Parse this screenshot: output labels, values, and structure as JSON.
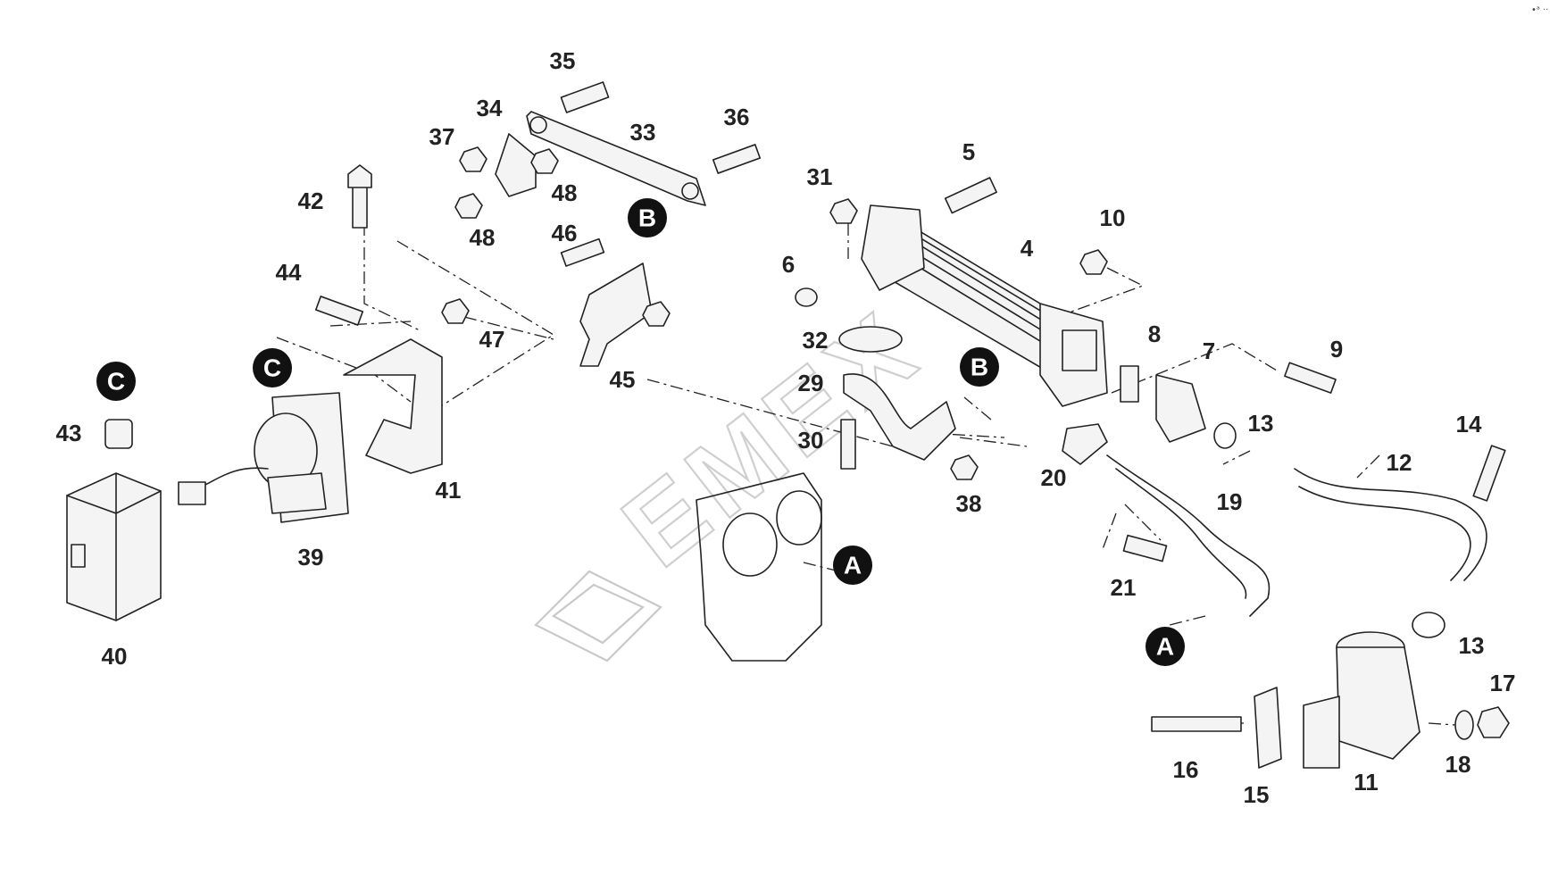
{
  "diagram": {
    "watermark": "EMEX",
    "corner_mark": "•ᵃ ··",
    "part_numbers": [
      "35",
      "34",
      "33",
      "36",
      "37",
      "48",
      "48",
      "42",
      "46",
      "44",
      "47",
      "45",
      "31",
      "5",
      "4",
      "10",
      "6",
      "32",
      "29",
      "30",
      "8",
      "7",
      "9",
      "13",
      "14",
      "12",
      "20",
      "38",
      "19",
      "21",
      "13",
      "17",
      "16",
      "15",
      "11",
      "18",
      "43",
      "40",
      "39",
      "41"
    ],
    "callouts": [
      "B",
      "B",
      "C",
      "C",
      "A",
      "A"
    ]
  }
}
